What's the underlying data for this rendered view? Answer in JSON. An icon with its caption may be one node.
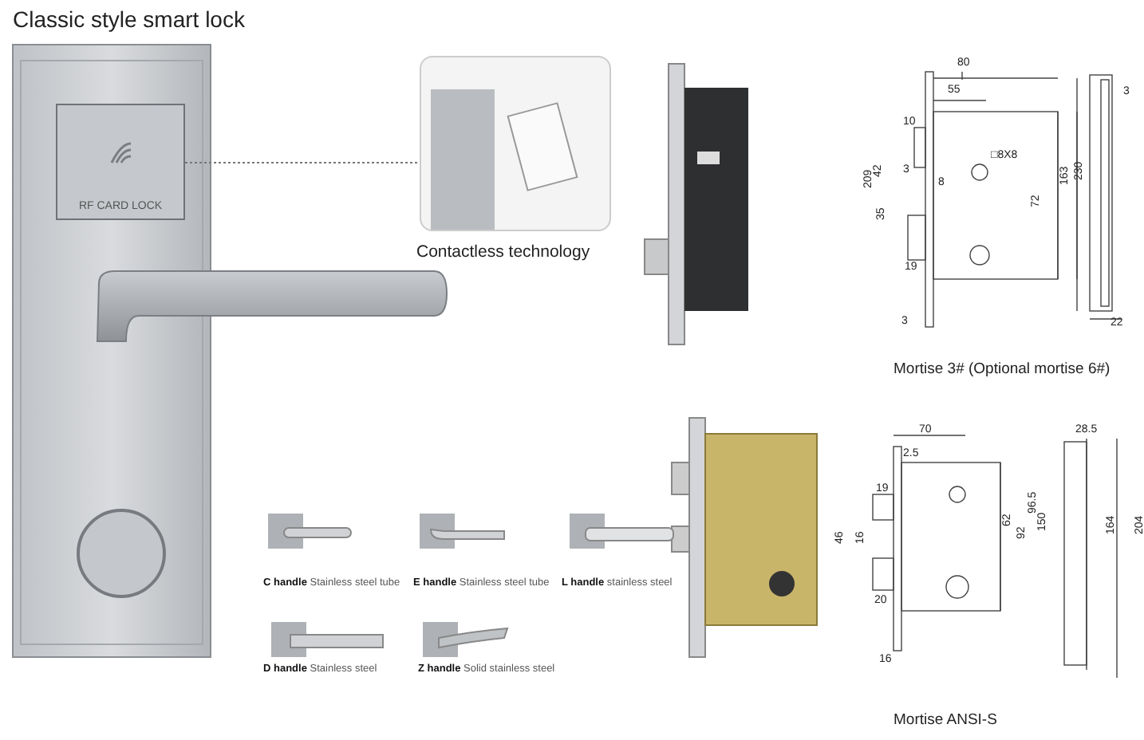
{
  "diagram": {
    "title": "Classic style smart lock",
    "nodes": [
      {
        "text": [
          "RF CARD LOCK"
        ]
      },
      {
        "text": [],
        "shape": "picture",
        "beside": [
          "Contactless technology"
        ]
      }
    ],
    "edges": [
      {
        "from": 0,
        "to": 1,
        "arrow": "none",
        "style": "dashed"
      }
    ],
    "labels": [
      "**C handle** Stainless steel tube",
      "**E handle** Stainless steel tube",
      "**L handle** stainless steel",
      "**D handle** Stainless steel",
      "**Z handle** Solid stainless steel",
      "80",
      "55",
      "10",
      "42",
      "3",
      "8",
      "209",
      "35",
      "19",
      "3",
      "□8X8",
      "72",
      "163",
      "230",
      "3",
      "22",
      "Mortise 3# (Optional mortise 6#)",
      "70",
      "2.5",
      "19",
      "46",
      "16",
      "62",
      "92",
      "96.5",
      "150",
      "20",
      "16",
      "28.5",
      "164",
      "204",
      "Mortise ANSI-S"
    ]
  }
}
